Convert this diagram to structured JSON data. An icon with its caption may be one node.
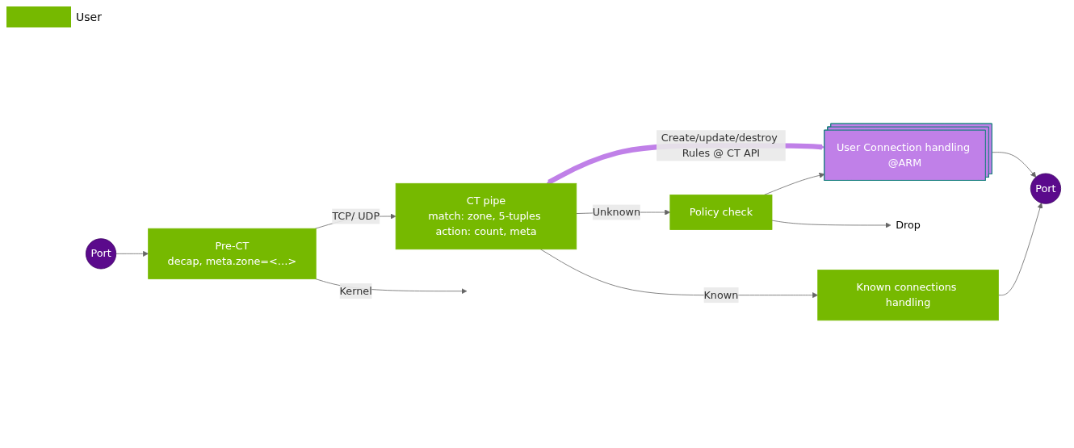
{
  "diagram": {
    "nodes": [
      {
        "text": [
          "Port"
        ]
      },
      {
        "text": [
          "Pre-CT",
          "decap, meta.zone=<…>"
        ]
      },
      {
        "text": [
          "CT pipe",
          "match: zone, 5-tuples action: count, meta"
        ]
      },
      {
        "text": [
          "Policy check"
        ]
      },
      {
        "text": [
          "User Connection handling @ARM"
        ]
      },
      {
        "text": [
          "Known connections handling"
        ]
      },
      {
        "text": [
          "Port"
        ]
      },
      {
        "text": [
          "Drop"
        ]
      }
    ],
    "edges": [
      {
        "from": 0,
        "to": 1,
        "arrow": "to"
      },
      {
        "from": 1,
        "to": 2,
        "arrow": "to",
        "label": "TCP/ UDP"
      },
      {
        "from": 1,
        "to": null,
        "arrow": "to",
        "label": "Kernel"
      },
      {
        "from": 2,
        "to": 4,
        "arrow": "both",
        "label": "Create/update/destroy Rules @ CT API",
        "style": "thick",
        "color": "#c080e8"
      },
      {
        "from": 2,
        "to": 3,
        "arrow": "to",
        "label": "Unknown"
      },
      {
        "from": 2,
        "to": 5,
        "arrow": "to",
        "label": "Known"
      },
      {
        "from": 3,
        "to": 4,
        "arrow": "to"
      },
      {
        "from": 3,
        "to": 7,
        "arrow": "to"
      },
      {
        "from": 4,
        "to": 6,
        "arrow": "to"
      },
      {
        "from": 5,
        "to": 6,
        "arrow": "to"
      }
    ],
    "legend": [
      {
        "text": "User",
        "color": "#76b900"
      }
    ]
  }
}
